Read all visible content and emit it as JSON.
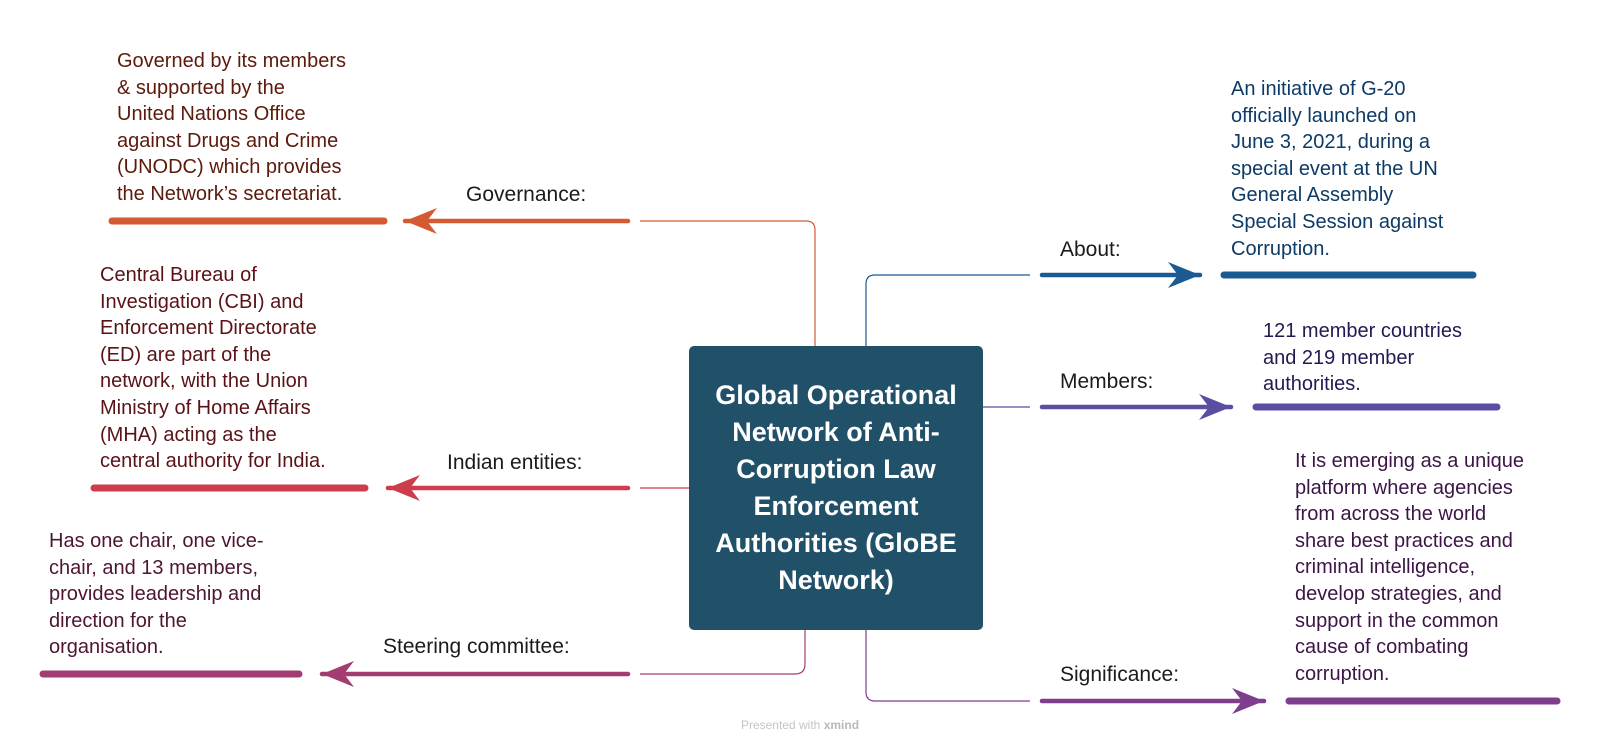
{
  "central": {
    "title": "Global Operational Network of Anti-Corruption Law Enforcement Authorities (GloBE Network)",
    "color": "#215169"
  },
  "branches": {
    "governance": {
      "label": "Governance:",
      "description": "Governed by its members\n& supported by the\nUnited Nations Office\nagainst Drugs and Crime\n(UNODC) which provides\nthe Network’s secretariat.",
      "color": "#d45a32",
      "text_color": "#5c1a0b"
    },
    "indian_entities": {
      "label": "Indian entities:",
      "description": "Central Bureau of\nInvestigation (CBI) and\nEnforcement Directorate\n(ED) are part of the\nnetwork, with the Union\nMinistry of Home Affairs\n(MHA) acting as the\ncentral authority for India.",
      "color": "#cd3d4b",
      "text_color": "#5a1216"
    },
    "steering_committee": {
      "label": "Steering committee:",
      "description": "Has one chair, one vice-\nchair, and 13 members,\nprovides leadership and\ndirection for the\norganisation.",
      "color": "#a23c72",
      "text_color": "#4e1533"
    },
    "about": {
      "label": "About:",
      "description": "An initiative of G-20\nofficially launched on\nJune 3, 2021, during a\nspecial event at the UN\nGeneral Assembly\nSpecial Session against\nCorruption.",
      "color": "#1a5b93",
      "text_color": "#0d3a66"
    },
    "members": {
      "label": "Members:",
      "description": "121 member countries\nand 219 member\nauthorities.",
      "color": "#5a4ea3",
      "text_color": "#221a52"
    },
    "significance": {
      "label": "Significance:",
      "description": "It is emerging as a unique\nplatform where agencies\nfrom across the world\nshare best practices and\ncriminal intelligence,\ndevelop strategies, and\nsupport in the common\ncause of combating\ncorruption.",
      "color": "#7d3e8c",
      "text_color": "#3c1546"
    }
  },
  "footer": {
    "prefix": "Presented with",
    "brand": "xmind"
  }
}
